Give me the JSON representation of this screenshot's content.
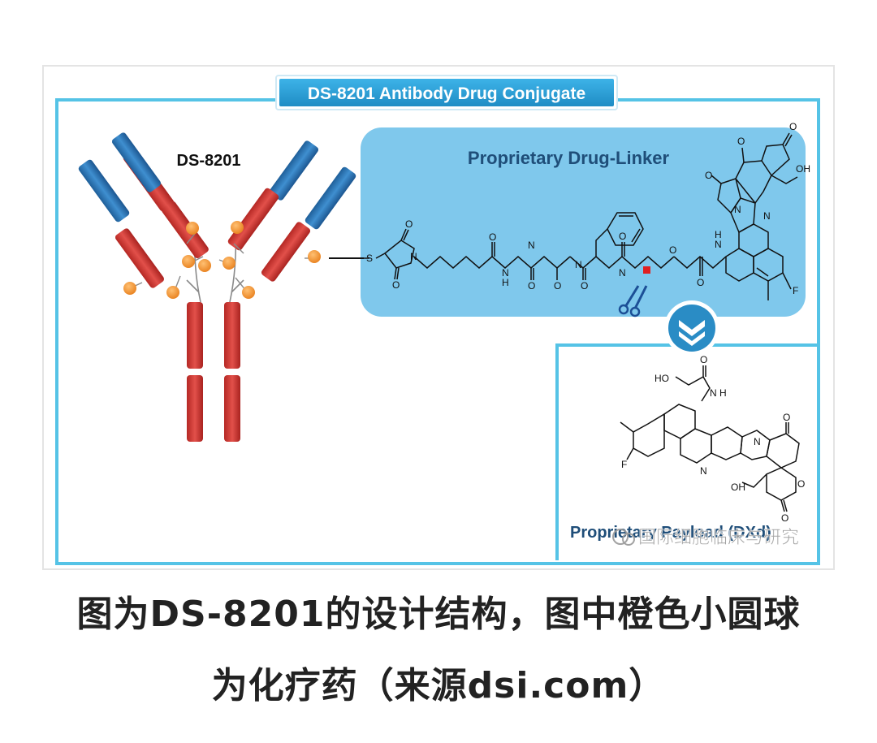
{
  "figure": {
    "banner_title": "DS-8201 Antibody Drug Conjugate",
    "antibody_label": "DS-8201",
    "linker_title": "Proprietary Drug-Linker",
    "payload_title": "Proprietary Payload (DXd)",
    "watermark": "国际细胞临床与研究",
    "atom_labels": {
      "s": "S",
      "n": "N",
      "o": "O",
      "nh": "NH",
      "h": "H",
      "oh": "OH",
      "ho": "HO",
      "f": "F"
    }
  },
  "caption": {
    "line1": "图为DS-8201的设计结构，图中橙色小圆球",
    "line2": "为化疗药（来源dsi.com）"
  },
  "colors": {
    "banner_blue": "#2a9fd6",
    "frame_blue": "#55c3e6",
    "linker_bg": "#7fc8ec",
    "heavy_chain_red": "#d43a35",
    "light_chain_blue": "#2f78b9",
    "drug_orange": "#f2922b",
    "title_navy": "#1f4e79",
    "molecule_black": "#111111"
  }
}
